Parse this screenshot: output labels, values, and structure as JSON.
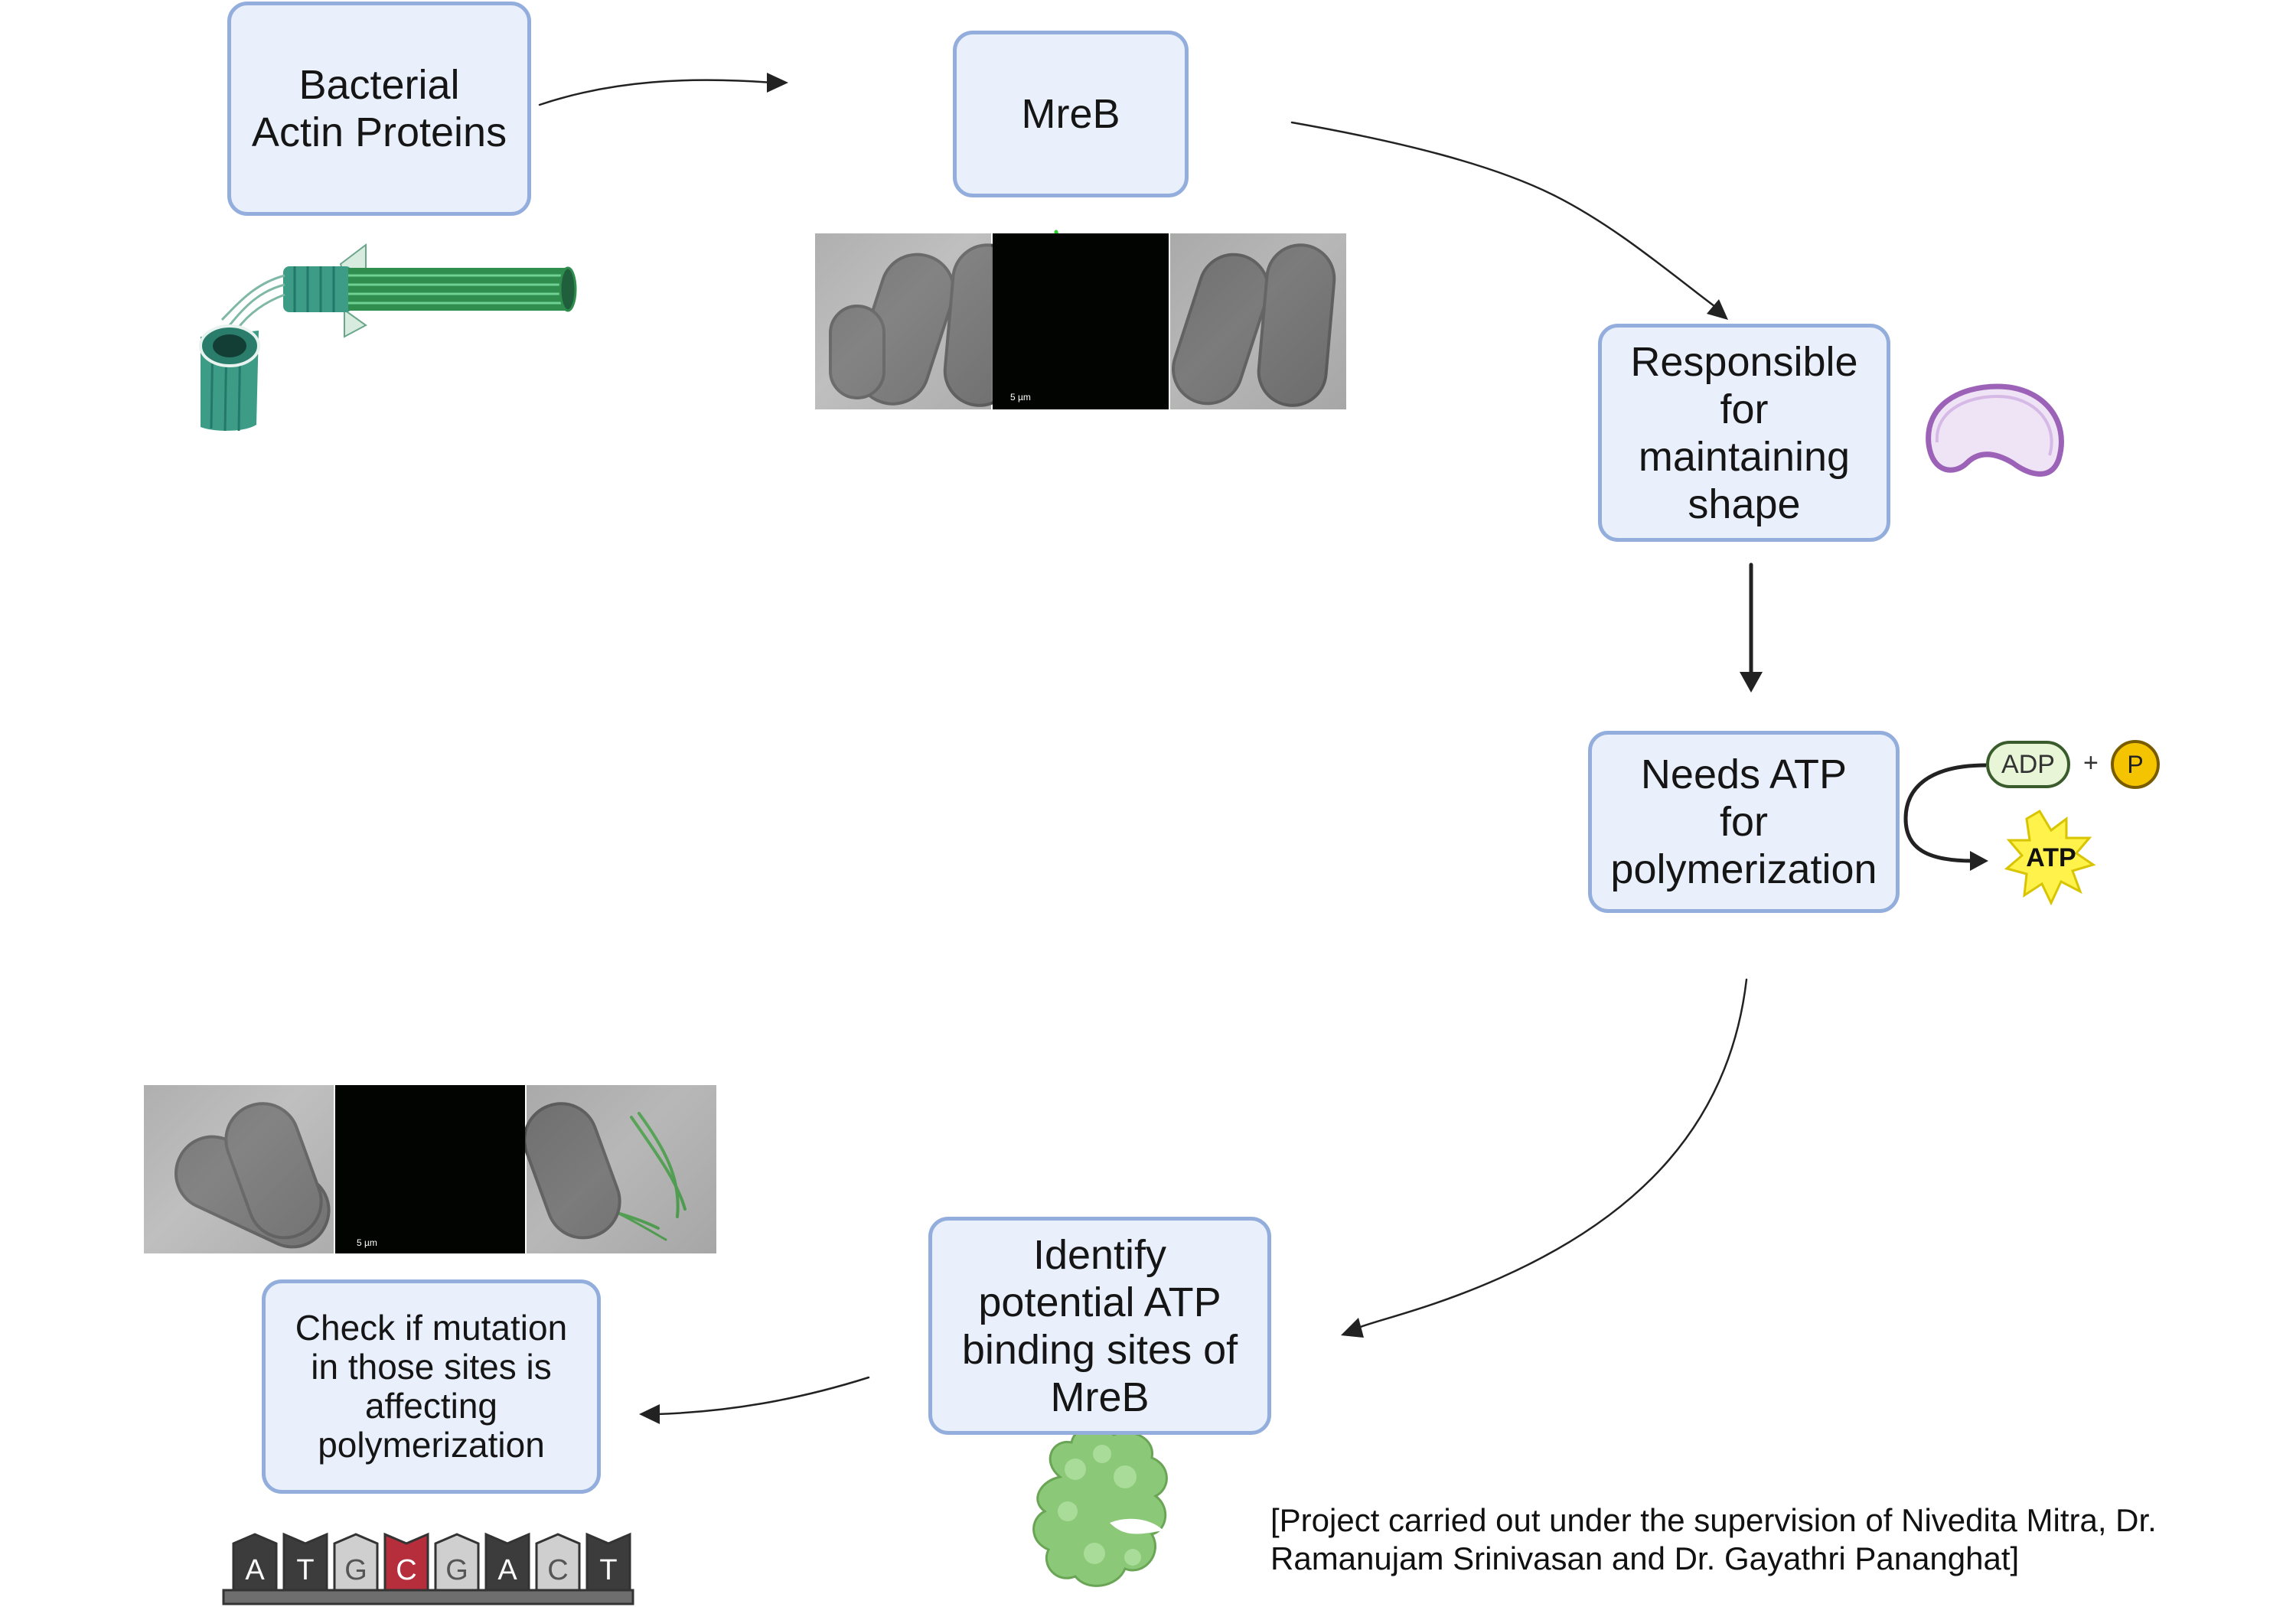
{
  "nodes": {
    "bacterial_actin": "Bacterial\nActin Proteins",
    "mreb": "MreB",
    "shape": "Responsible\nfor\nmaintaining\nshape",
    "atp": "Needs ATP\nfor\npolymerization",
    "identify": "Identify\npotential ATP\nbinding sites of\nMreB",
    "check": "Check if mutation\nin those sites is\naffecting\npolymerization"
  },
  "reaction": {
    "adp": "ADP",
    "plus": "+",
    "p": "P",
    "atp": "ATP"
  },
  "scale_bars": {
    "top": "5 µm",
    "bottom": "5 µm"
  },
  "dna_sequence": [
    "A",
    "T",
    "G",
    "C",
    "G",
    "A",
    "C",
    "T"
  ],
  "footnote": "[Project carried out under the supervision of Nivedita Mitra, Dr.\nRamanujam Srinivasan and Dr. Gayathri Pananghat]",
  "colors": {
    "box_fill": "#e9f0fb",
    "box_border": "#93aedc",
    "arrow": "#222222",
    "filament": "#35a889",
    "shape_cell": "#b98dcc",
    "atp_star": "#fff24a",
    "p_circle": "#f5c400",
    "adp_fill": "#e8f5d6",
    "highlight_base": "#b62d3c",
    "protein_blob": "#8bc878",
    "fluorescence": "#2bd42b"
  }
}
